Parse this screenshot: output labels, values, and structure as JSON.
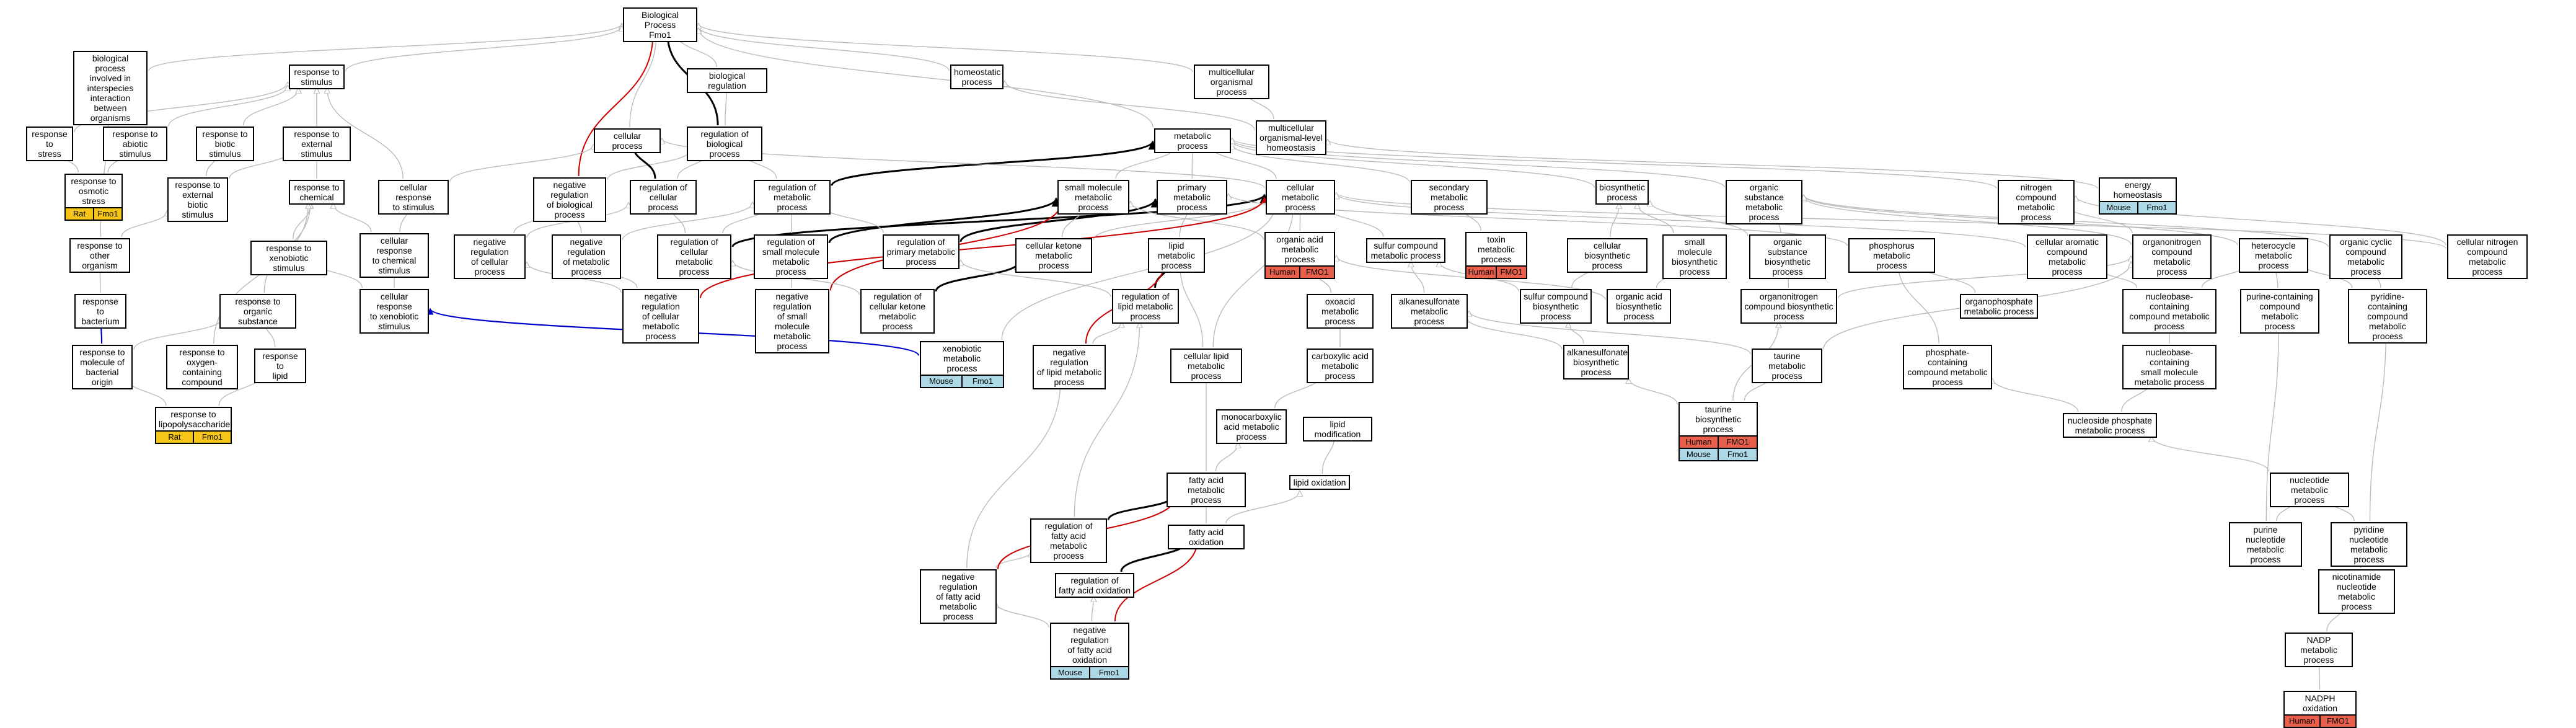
{
  "colors": {
    "edge_default": "#bbbbbb",
    "edge_black": "#000000",
    "edge_red": "#cc0000",
    "edge_blue": "#0000cc",
    "rat": "#f5c518",
    "mouse": "#add8e6",
    "human": "#e8604c"
  },
  "nodes": {
    "bp_root": "Biological Process\nFmo1",
    "bp_interspecies": "biological process\ninvolved in\ninterspecies\ninteraction\nbetween organisms",
    "resp_stimulus": "response to\nstimulus",
    "bio_regulation": "biological regulation",
    "homeostatic": "homeostatic\nprocess",
    "multicell_org": "multicellular\norganismal process",
    "resp_stress": "response to\nstress",
    "resp_abiotic": "response to\nabiotic stimulus",
    "resp_biotic": "response to\nbiotic stimulus",
    "resp_external": "response to\nexternal stimulus",
    "cellular_process": "cellular process",
    "reg_bio_process": "regulation of\nbiological process",
    "metabolic_process": "metabolic process",
    "multicell_homeo": "multicellular\norganismal-level\nhomeostasis",
    "resp_osmotic": "response to\nosmotic stress",
    "resp_ext_biotic": "response to\nexternal biotic\nstimulus",
    "resp_chemical": "response to\nchemical",
    "cell_resp_stimulus": "cellular response\nto stimulus",
    "neg_reg_bio": "negative regulation\nof biological\nprocess",
    "reg_cell_process": "regulation of\ncellular process",
    "reg_metabolic": "regulation of\nmetabolic process",
    "small_mol_metab": "small molecule\nmetabolic process",
    "primary_metab": "primary metabolic\nprocess",
    "cell_metab": "cellular metabolic\nprocess",
    "secondary_metab": "secondary metabolic\nprocess",
    "biosynthetic": "biosynthetic\nprocess",
    "org_subst_metab": "organic substance\nmetabolic process",
    "nitrogen_comp": "nitrogen compound\nmetabolic process",
    "energy_homeo": "energy homeostasis",
    "resp_other_org": "response to\nother organism",
    "resp_xenobiotic": "response to\nxenobiotic stimulus",
    "cell_resp_chem": "cellular response\nto chemical\nstimulus",
    "neg_reg_cell": "negative regulation\nof cellular\nprocess",
    "neg_reg_metab": "negative regulation\nof metabolic\nprocess",
    "reg_cell_metab": "regulation of\ncellular metabolic\nprocess",
    "reg_small_mol": "regulation of\nsmall molecule\nmetabolic process",
    "reg_primary": "regulation of\nprimary metabolic\nprocess",
    "cell_ketone": "cellular ketone\nmetabolic process",
    "lipid_metab": "lipid metabolic\nprocess",
    "organic_acid": "organic acid\nmetabolic process",
    "sulfur_comp": "sulfur compound\nmetabolic process",
    "toxin_metab": "toxin metabolic\nprocess",
    "cell_biosynth": "cellular biosynthetic\nprocess",
    "small_mol_biosynth": "small molecule\nbiosynthetic\nprocess",
    "org_subst_biosynth": "organic substance\nbiosynthetic\nprocess",
    "phosphorus_metab": "phosphorus metabolic\nprocess",
    "cell_aromatic": "cellular aromatic\ncompound metabolic\nprocess",
    "organonitrogen": "organonitrogen\ncompound metabolic\nprocess",
    "heterocycle": "heterocycle\nmetabolic process",
    "organic_cyclic": "organic cyclic\ncompound metabolic\nprocess",
    "cell_nitrogen": "cellular nitrogen\ncompound metabolic\nprocess",
    "resp_bacterium": "response to\nbacterium",
    "resp_organic": "response to\norganic substance",
    "cell_resp_xeno": "cellular response\nto xenobiotic\nstimulus",
    "neg_reg_cell_metab": "negative regulation\nof cellular\nmetabolic process",
    "neg_reg_small_mol": "negative regulation\nof small molecule\nmetabolic process",
    "reg_cell_ketone": "regulation of\ncellular ketone\nmetabolic process",
    "reg_lipid_metab": "regulation of\nlipid metabolic\nprocess",
    "oxoacid": "oxoacid metabolic\nprocess",
    "alkanesulfonate_metab": "alkanesulfonate\nmetabolic process",
    "sulfur_biosynth": "sulfur compound\nbiosynthetic\nprocess",
    "org_acid_biosynth": "organic acid\nbiosynthetic\nprocess",
    "organonitrogen_biosynth": "organonitrogen\ncompound biosynthetic\nprocess",
    "organophosphate": "organophosphate\nmetabolic process",
    "nucleobase_comp": "nucleobase-containing\ncompound metabolic\nprocess",
    "purine_comp": "purine-containing\ncompound metabolic\nprocess",
    "pyrimidine_comp": "pyridine-containing\ncompound metabolic\nprocess",
    "resp_mol_bact": "response to\nmolecule of\nbacterial origin",
    "resp_oxygen": "response to\noxygen-containing\ncompound",
    "resp_lipid": "response to\nlipid",
    "xenobiotic_metab": "xenobiotic metabolic\nprocess",
    "neg_reg_lipid": "negative regulation\nof lipid metabolic\nprocess",
    "cell_lipid": "cellular lipid\nmetabolic process",
    "carboxylic": "carboxylic acid\nmetabolic process",
    "alkanesulfonate_biosynth": "alkanesulfonate\nbiosynthetic\nprocess",
    "taurine_metab": "taurine metabolic\nprocess",
    "phosphate_containing": "phosphate-containing\ncompound metabolic\nprocess",
    "nucleobase_small": "nucleobase-containing\nsmall molecule\nmetabolic process",
    "resp_lps": "response to\nlipopolysaccharide",
    "monocarboxylic": "monocarboxylic\nacid metabolic\nprocess",
    "lipid_modification": "lipid modification",
    "taurine_biosynth": "taurine biosynthetic\nprocess",
    "nucleoside_phosphate": "nucleoside phosphate\nmetabolic process",
    "fatty_acid_metab": "fatty acid metabolic\nprocess",
    "lipid_oxidation": "lipid oxidation",
    "nucleotide_metab": "nucleotide metabolic\nprocess",
    "reg_fatty_acid_metab": "regulation of\nfatty acid metabolic\nprocess",
    "fatty_acid_oxidation": "fatty acid oxidation",
    "purine_nucleotide": "purine nucleotide\nmetabolic process",
    "pyridine_nucleotide": "pyridine nucleotide\nmetabolic process",
    "neg_reg_fatty_metab": "negative regulation\nof fatty acid\nmetabolic process",
    "reg_fatty_oxidation": "regulation of\nfatty acid oxidation",
    "nicotinamide": "nicotinamide\nnucleotide metabolic\nprocess",
    "neg_reg_fatty_oxidation": "negative regulation\nof fatty acid\noxidation",
    "nadp_metab": "NADP metabolic\nprocess",
    "nadph_oxidation": "NADPH oxidation"
  },
  "badges": {
    "resp_osmotic": [
      [
        {
          "species": "Rat",
          "gene": "Fmo1",
          "color": "rat"
        }
      ]
    ],
    "resp_lps": [
      [
        {
          "species": "Rat",
          "gene": "Fmo1",
          "color": "rat"
        }
      ]
    ],
    "energy_homeo": [
      [
        {
          "species": "Mouse",
          "gene": "Fmo1",
          "color": "mouse"
        }
      ]
    ],
    "xenobiotic_metab": [
      [
        {
          "species": "Mouse",
          "gene": "Fmo1",
          "color": "mouse"
        }
      ]
    ],
    "organic_acid": [
      [
        {
          "species": "Human",
          "gene": "FMO1",
          "color": "human"
        }
      ]
    ],
    "toxin_metab": [
      [
        {
          "species": "Human",
          "gene": "FMO1",
          "color": "human"
        }
      ]
    ],
    "taurine_biosynth": [
      [
        {
          "species": "Human",
          "gene": "FMO1",
          "color": "human"
        }
      ],
      [
        {
          "species": "Mouse",
          "gene": "Fmo1",
          "color": "mouse"
        }
      ]
    ],
    "neg_reg_fatty_oxidation": [
      [
        {
          "species": "Mouse",
          "gene": "Fmo1",
          "color": "mouse"
        }
      ]
    ],
    "nadph_oxidation": [
      [
        {
          "species": "Human",
          "gene": "FMO1",
          "color": "human"
        }
      ]
    ]
  }
}
